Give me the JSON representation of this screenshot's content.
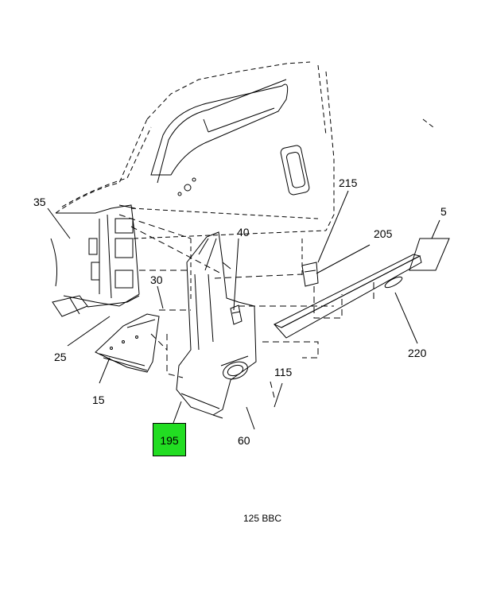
{
  "callouts": {
    "c35": "35",
    "c25": "25",
    "c15": "15",
    "c30": "30",
    "c40": "40",
    "c215": "215",
    "c205": "205",
    "c5": "5",
    "c220": "220",
    "c115": "115",
    "c60": "60",
    "c195": "195"
  },
  "highlight_color": "#22dd22",
  "caption": "125 BBC"
}
